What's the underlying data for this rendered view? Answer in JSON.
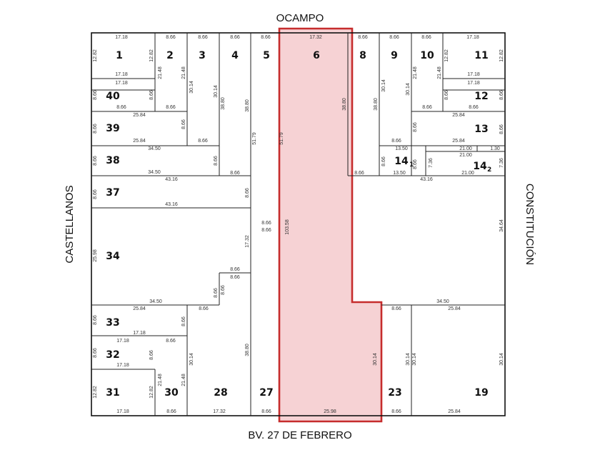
{
  "streets": {
    "top": "OCAMPO",
    "bottom": "BV. 27 DE FEBRERO",
    "left": "CASTELLANOS",
    "right": "CONSTITUCIÓN"
  },
  "colors": {
    "highlight_fill": "#f6d2d4",
    "highlight_stroke": "#c62d2d"
  },
  "lots": {
    "l1": "1",
    "l2": "2",
    "l3": "3",
    "l4": "4",
    "l5": "5",
    "l6": "6",
    "l8": "8",
    "l9": "9",
    "l10": "10",
    "l11": "11",
    "l12": "12",
    "l13": "13",
    "l14a": "14",
    "l14a_sub": "1",
    "l14b": "14",
    "l14b_sub": "2",
    "l19": "19",
    "l23": "23",
    "l27": "27",
    "l28": "28",
    "l30": "30",
    "l31": "31",
    "l32": "32",
    "l33": "33",
    "l34": "34",
    "l37": "37",
    "l38": "38",
    "l39": "39",
    "l40": "40"
  },
  "dims": [
    "17.18",
    "8.66",
    "8.66",
    "8.66",
    "8.66",
    "17.32",
    "8.66",
    "8.66",
    "8.66",
    "17.18",
    "12.82",
    "12.82",
    "12.82",
    "12.82",
    "17.18",
    "17.18",
    "21.48",
    "21.48",
    "21.48",
    "21.48",
    "17.18",
    "17.18",
    "8.66",
    "8.66",
    "8.66",
    "8.66",
    "8.66",
    "8.66",
    "8.66",
    "8.66",
    "30.14",
    "30.14",
    "30.14",
    "30.14",
    "38.80",
    "38.80",
    "38.80",
    "38.80",
    "25.84",
    "25.84",
    "25.84",
    "25.84",
    "8.66",
    "8.66",
    "8.66",
    "8.66",
    "51.79",
    "51.79",
    "13.50",
    "21.00",
    "1.30",
    "34.50",
    "34.50",
    "21.00",
    "13.50",
    "21.00",
    "8.66",
    "8.66",
    "7.36",
    "7.36",
    "43.16",
    "43.16",
    "43.16",
    "8.66",
    "8.66",
    "8.66",
    "8.66",
    "103.58",
    "17.32",
    "25.98",
    "34.64",
    "8.66",
    "8.66",
    "8.66",
    "8.66",
    "34.50",
    "25.84",
    "34.50",
    "8.66",
    "25.84",
    "8.66",
    "8.66",
    "17.18",
    "8.66",
    "17.18",
    "8.66",
    "17.18",
    "8.66",
    "30.14",
    "30.14",
    "38.80",
    "30.14",
    "30.14",
    "12.82",
    "12.82",
    "8.66",
    "21.48",
    "21.48",
    "17.18",
    "8.66",
    "17.32",
    "8.66",
    "25.98",
    "8.66",
    "25.84",
    "8.66",
    "8.66",
    "30.14",
    "8.66",
    "8.66",
    "8.66",
    "8.66"
  ]
}
